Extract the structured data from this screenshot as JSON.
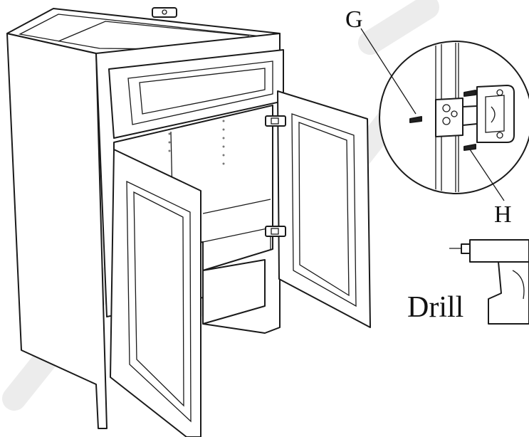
{
  "labels": {
    "g": "G",
    "h": "H",
    "tool": "Drill"
  },
  "icons": [
    "cabinet-illustration",
    "hinge-detail-icon",
    "screw-icon",
    "drill-icon"
  ],
  "colors": {
    "line": "#1a1a1a",
    "background": "#ffffff",
    "watermark": "#c8c8c8"
  }
}
